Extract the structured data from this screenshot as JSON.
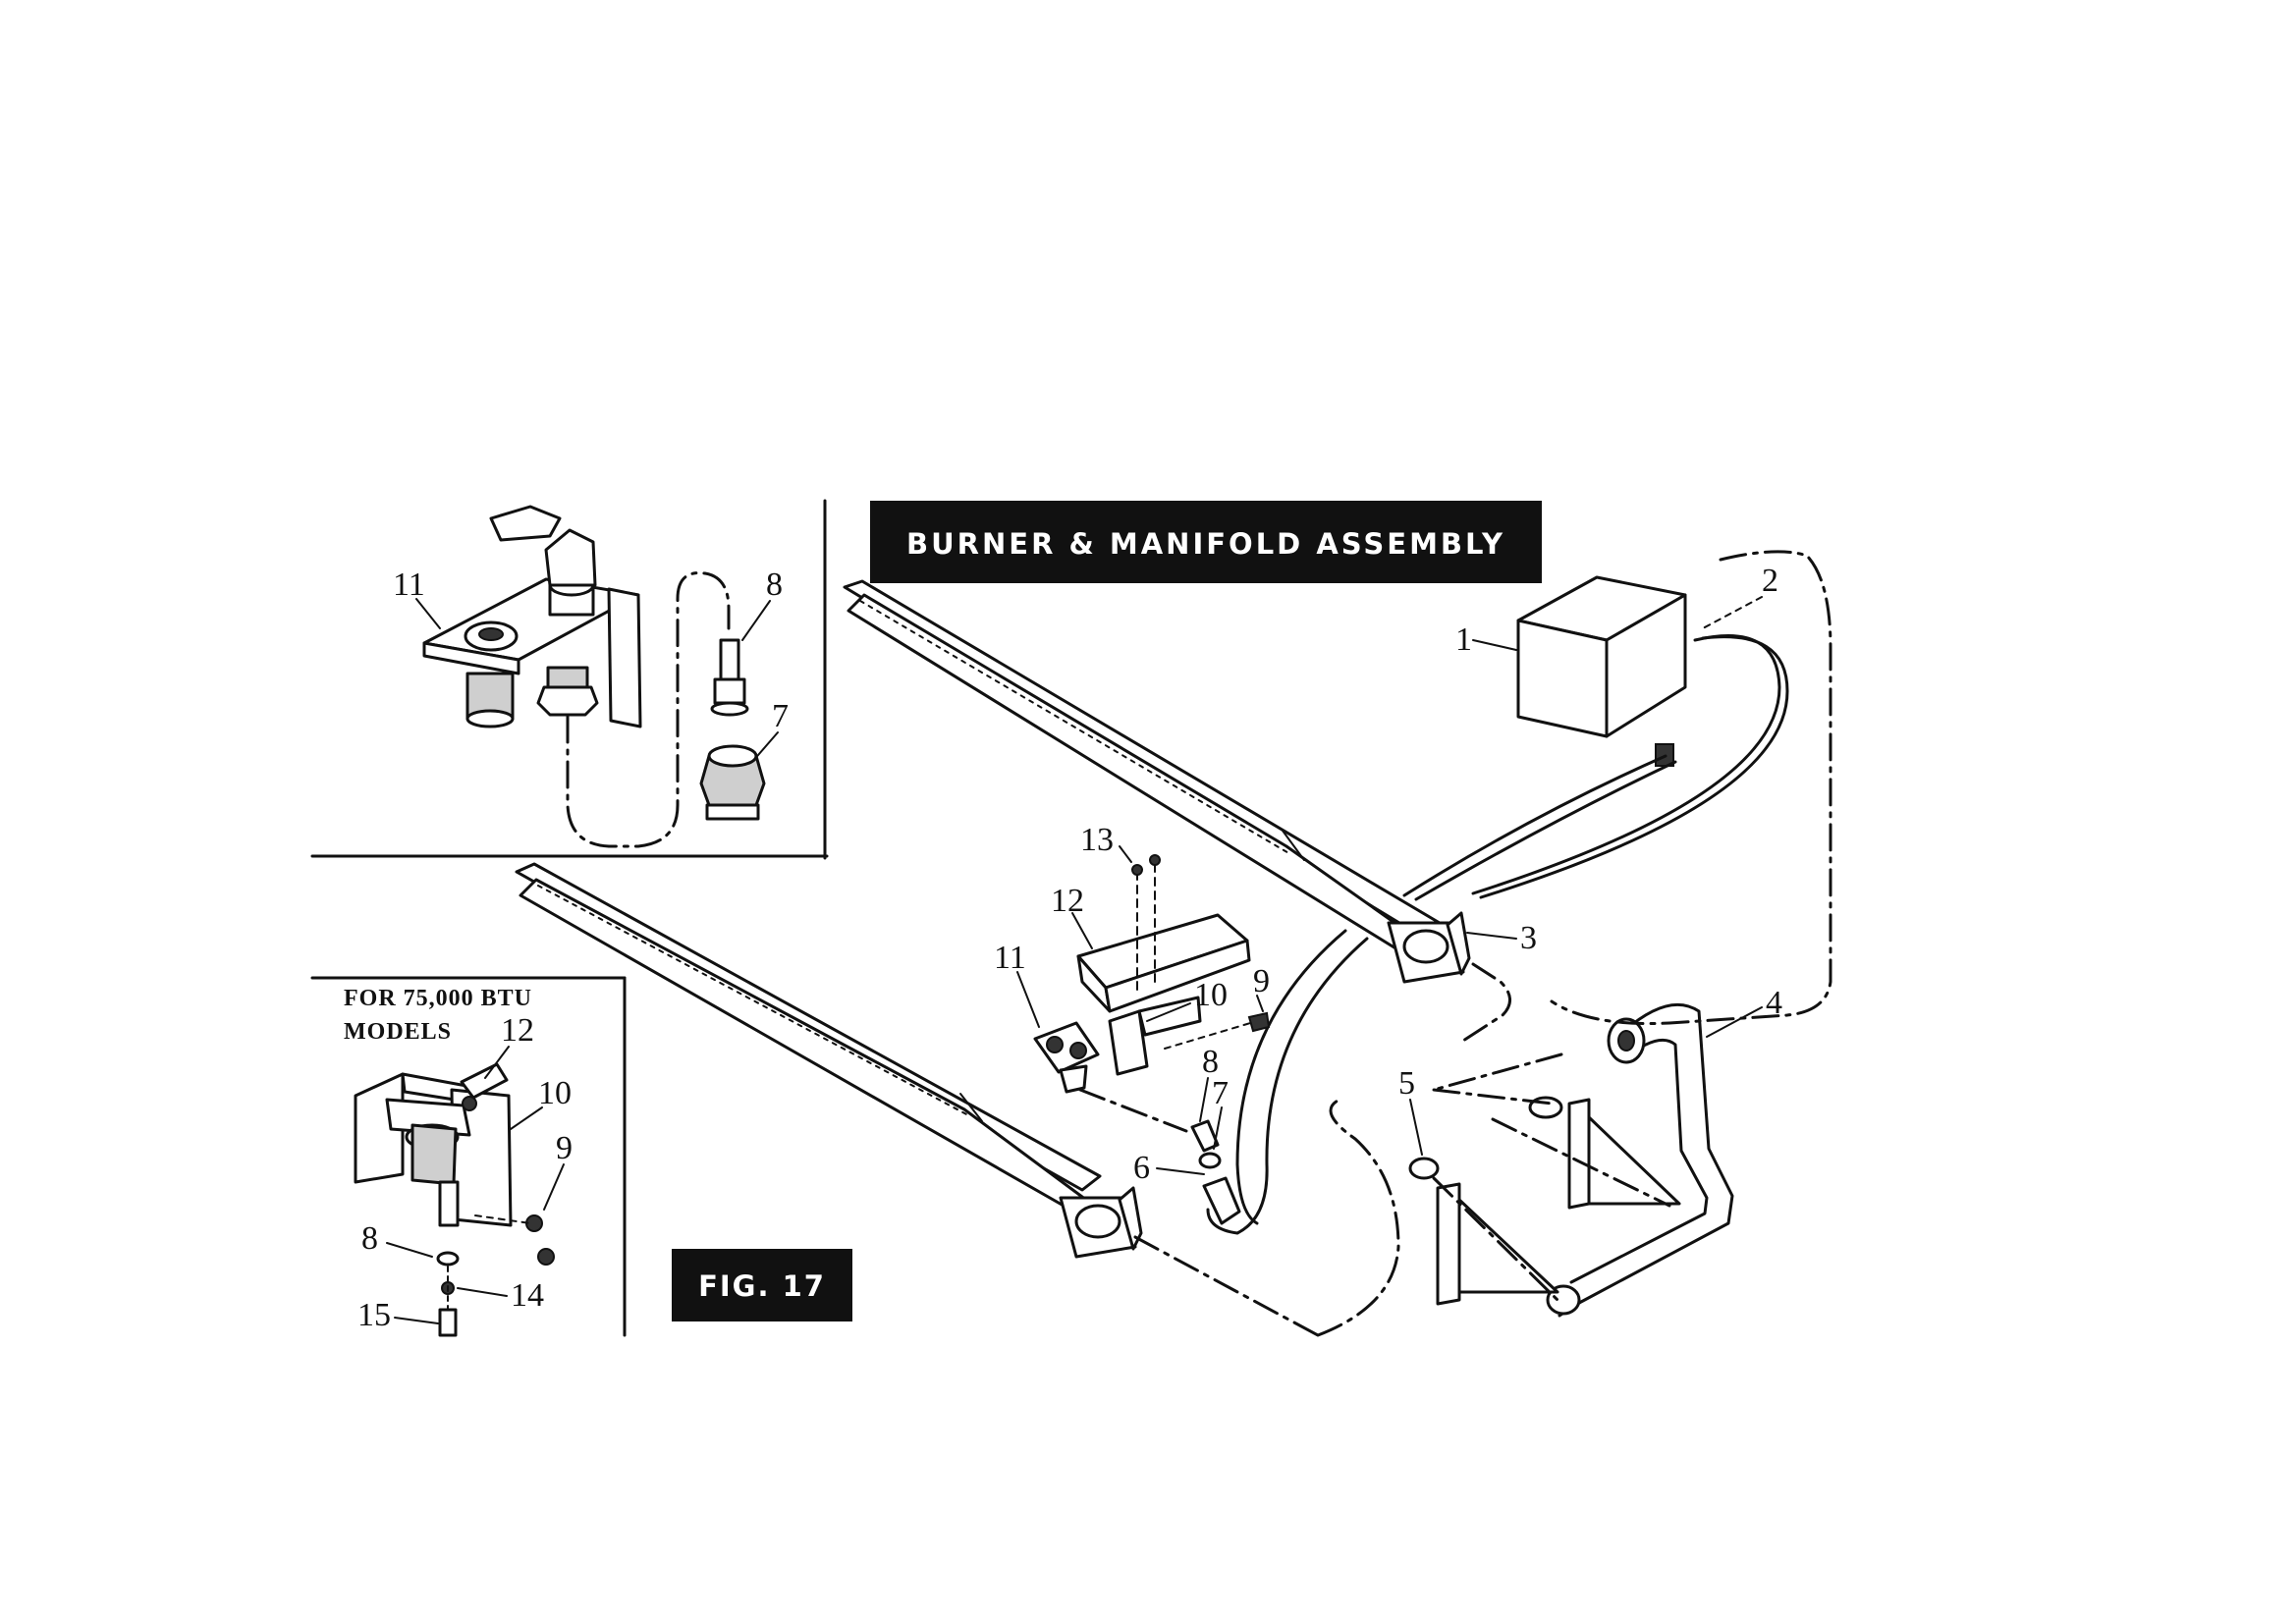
{
  "title": "BURNER & MANIFOLD ASSEMBLY",
  "figure_label": "FIG. 17",
  "inset_note": [
    "FOR 75,000 BTU",
    "MODELS"
  ],
  "callouts": {
    "main": [
      "1",
      "2",
      "3",
      "4",
      "5",
      "6",
      "7",
      "8",
      "9",
      "10",
      "11",
      "12",
      "13"
    ],
    "top_inset": [
      "11",
      "8",
      "7"
    ],
    "bottom_inset": [
      "12",
      "10",
      "9",
      "8",
      "14",
      "15"
    ]
  }
}
